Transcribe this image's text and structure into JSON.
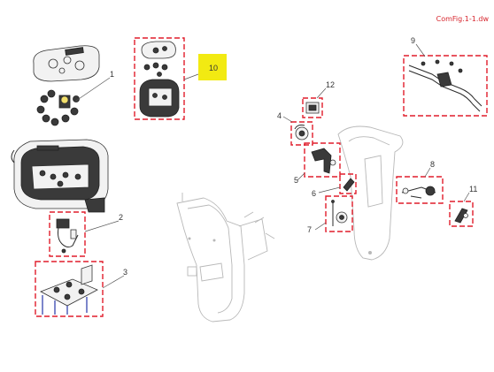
{
  "figure": {
    "caption": "ComFig.1-1.dw",
    "callouts": [
      "1",
      "2",
      "3",
      "4",
      "5",
      "6",
      "7",
      "8",
      "9",
      "10",
      "11",
      "12"
    ],
    "highlight_color": "#f2ea12",
    "box_color": "#e01d2b"
  }
}
